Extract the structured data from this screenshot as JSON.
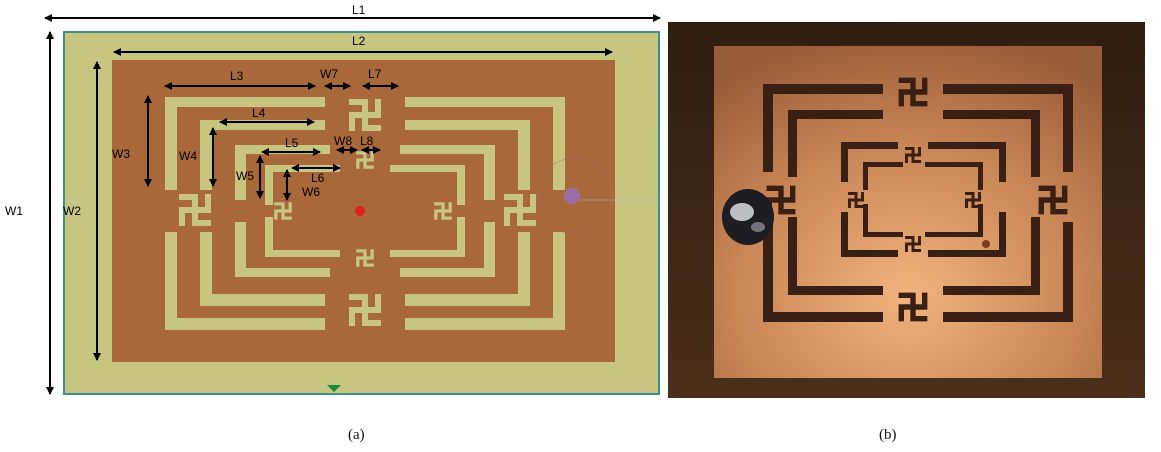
{
  "dimension_labels": {
    "L1": "L1",
    "L2": "L2",
    "L3": "L3",
    "L4": "L4",
    "L5": "L5",
    "L6": "L6",
    "L7": "L7",
    "L8": "L8",
    "W1": "W1",
    "W2": "W2",
    "W3": "W3",
    "W4": "W4",
    "W5": "W5",
    "W6": "W6",
    "W7": "W7",
    "W8": "W8"
  },
  "captions": {
    "a": "(a)",
    "b": "(b)"
  },
  "colors": {
    "substrate": "#c8c581",
    "patch": "#a8683a",
    "photo_background": "#2b1a0e",
    "photo_copper": "#c47f52",
    "photo_slot": "#3a2014"
  }
}
